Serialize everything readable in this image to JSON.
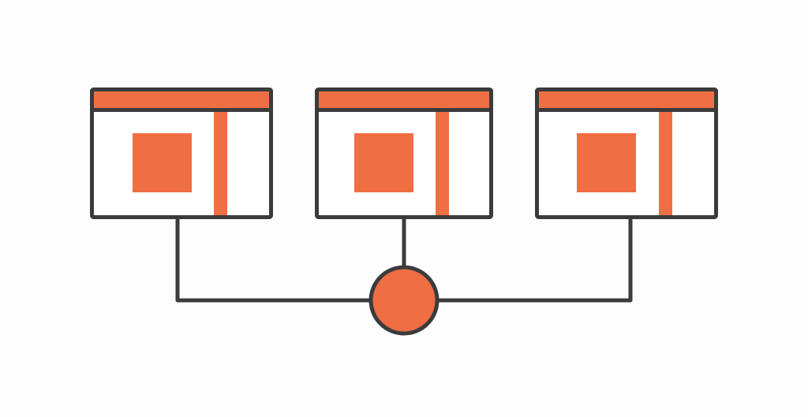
{
  "colors": {
    "accent": "#f06e43",
    "stroke": "#3b3b3b",
    "background": "#fdfdfd",
    "panel": "#ffffff"
  },
  "diagram": {
    "windows": [
      {
        "id": "window-1"
      },
      {
        "id": "window-2"
      },
      {
        "id": "window-3"
      }
    ],
    "hub": {
      "shape": "circle"
    }
  }
}
